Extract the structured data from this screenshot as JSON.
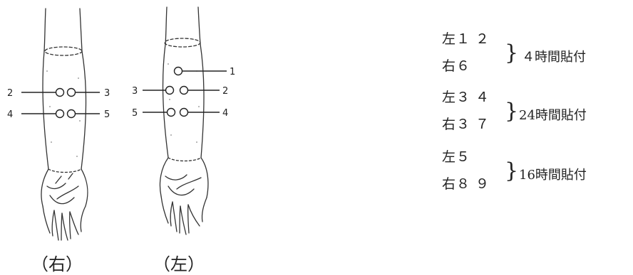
{
  "arms": {
    "right": {
      "caption": "（右）",
      "points": [
        {
          "label": "2"
        },
        {
          "label": "3"
        },
        {
          "label": "4"
        },
        {
          "label": "5"
        }
      ]
    },
    "left": {
      "caption": "（左）",
      "points": [
        {
          "label": "1"
        },
        {
          "label": "3"
        },
        {
          "label": "2"
        },
        {
          "label": "5"
        },
        {
          "label": "4"
        }
      ]
    }
  },
  "legend": [
    {
      "line1": "左１ ２",
      "line2": "右６",
      "duration": "４時間貼付"
    },
    {
      "line1": "左３ ４",
      "line2": "右３ ７",
      "duration": "24時間貼付"
    },
    {
      "line1": "左５",
      "line2": "右８ ９",
      "duration": "16時間貼付"
    }
  ]
}
